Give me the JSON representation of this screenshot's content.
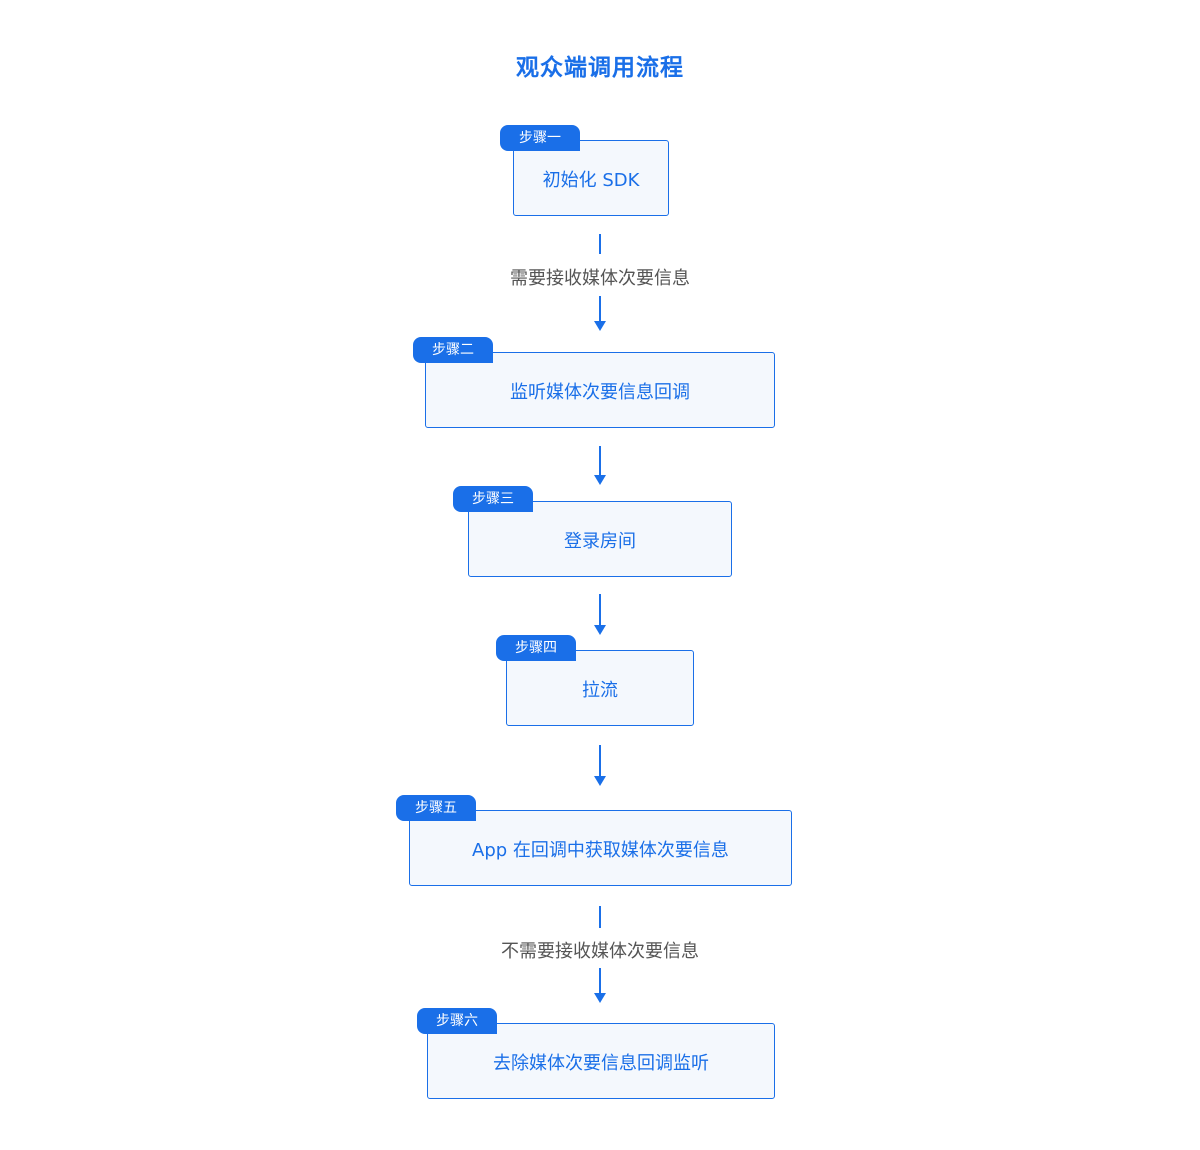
{
  "title": "观众端调用流程",
  "steps": [
    {
      "tag": "步骤一",
      "text": "初始化 SDK"
    },
    {
      "tag": "步骤二",
      "text": "监听媒体次要信息回调"
    },
    {
      "tag": "步骤三",
      "text": "登录房间"
    },
    {
      "tag": "步骤四",
      "text": "拉流"
    },
    {
      "tag": "步骤五",
      "text": "App 在回调中获取媒体次要信息"
    },
    {
      "tag": "步骤六",
      "text": "去除媒体次要信息回调监听"
    }
  ],
  "connectors": [
    {
      "label": "需要接收媒体次要信息"
    },
    {
      "label": ""
    },
    {
      "label": ""
    },
    {
      "label": ""
    },
    {
      "label": "不需要接收媒体次要信息"
    }
  ],
  "colors": {
    "accent": "#1a6fe8",
    "box_fill": "#f4f8fd",
    "label_text": "#555555"
  }
}
